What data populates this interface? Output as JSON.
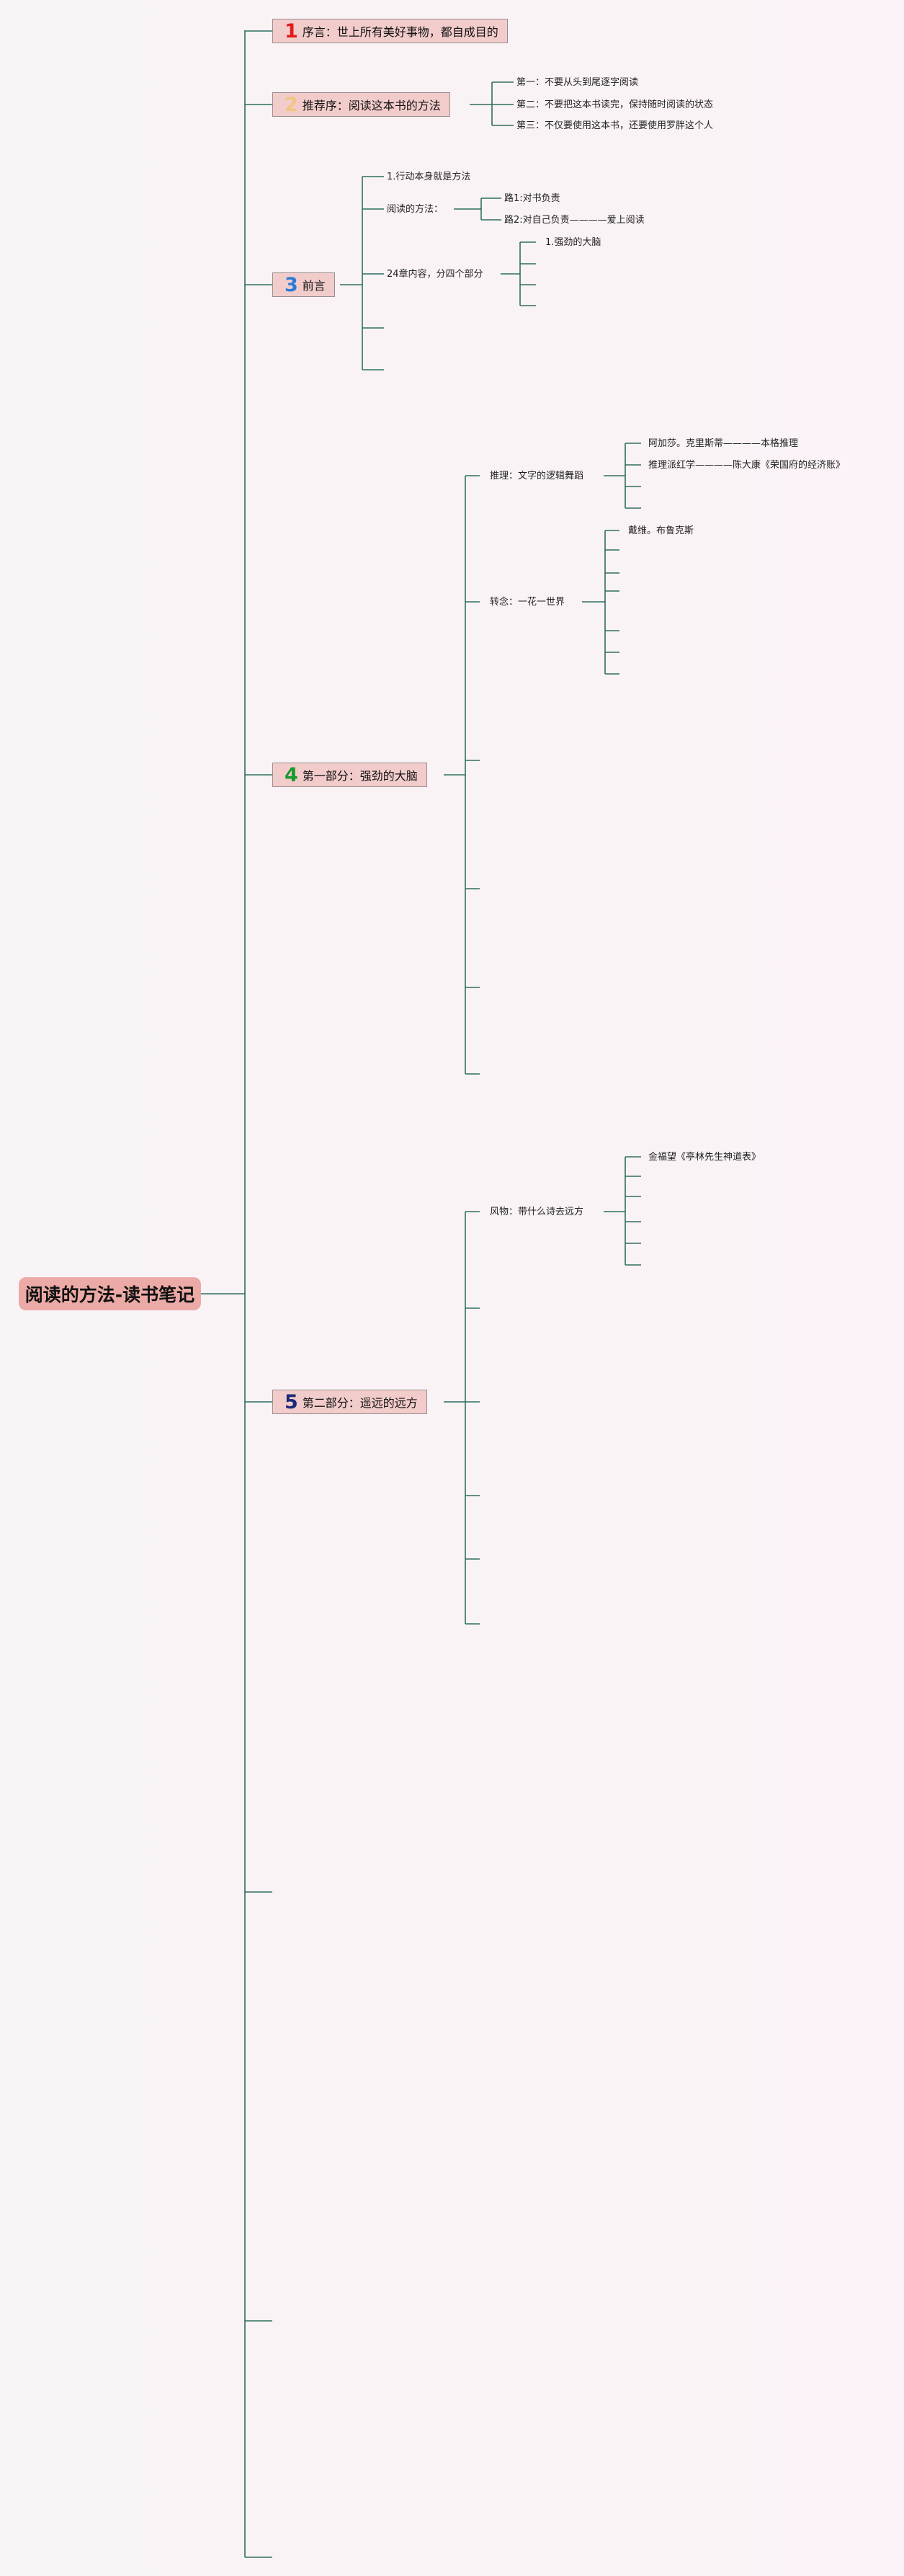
{
  "root": {
    "title": "阅读的方法-读书笔记"
  },
  "colors": {
    "line": "#2f6e5e",
    "root_fill": "#ecaaa6",
    "chapter_fill": "#f2cccb",
    "num1": "#e21b1b",
    "num2": "#f2c04a",
    "num3": "#2b7bd4",
    "num4": "#1a9a2f",
    "num5": "#1c2a7a"
  },
  "chapters": [
    {
      "num": "1",
      "label": "序言：世上所有美好事物，都自成目的"
    },
    {
      "num": "2",
      "label": "推荐序：阅读这本书的方法"
    },
    {
      "num": "3",
      "label": "前言"
    },
    {
      "num": "4",
      "label": "第一部分：强劲的大脑"
    },
    {
      "num": "5",
      "label": "第二部分：遥远的远方"
    }
  ],
  "ch2": {
    "items": [
      "第一：不要从头到尾逐字阅读",
      "第二：不要把这本书读完，保持随时阅读的状态",
      "第三：不仅要使用这本书，还要使用罗胖这个人"
    ]
  },
  "ch3": {
    "item1": "1.行动本身就是方法",
    "item2": "阅读的方法：",
    "path1": "路1:对书负责",
    "path2": "路2:对自己负责————爱上阅读",
    "item3": "24章内容，分四个部分",
    "part1": "1.强劲的大脑"
  },
  "ch4": {
    "branch1": "推理：文字的逻辑舞蹈",
    "b1_leaf1": "阿加莎。克里斯蒂————本格推理",
    "b1_leaf2": "推理派红学————陈大康《荣国府的经济账》",
    "branch2": "转念：一花一世界",
    "b2_leaf1": "戴维。布鲁克斯"
  },
  "ch5": {
    "branch1": "风物：带什么诗去远方",
    "b1_leaf1": "金福望《亭林先生神道表》"
  }
}
